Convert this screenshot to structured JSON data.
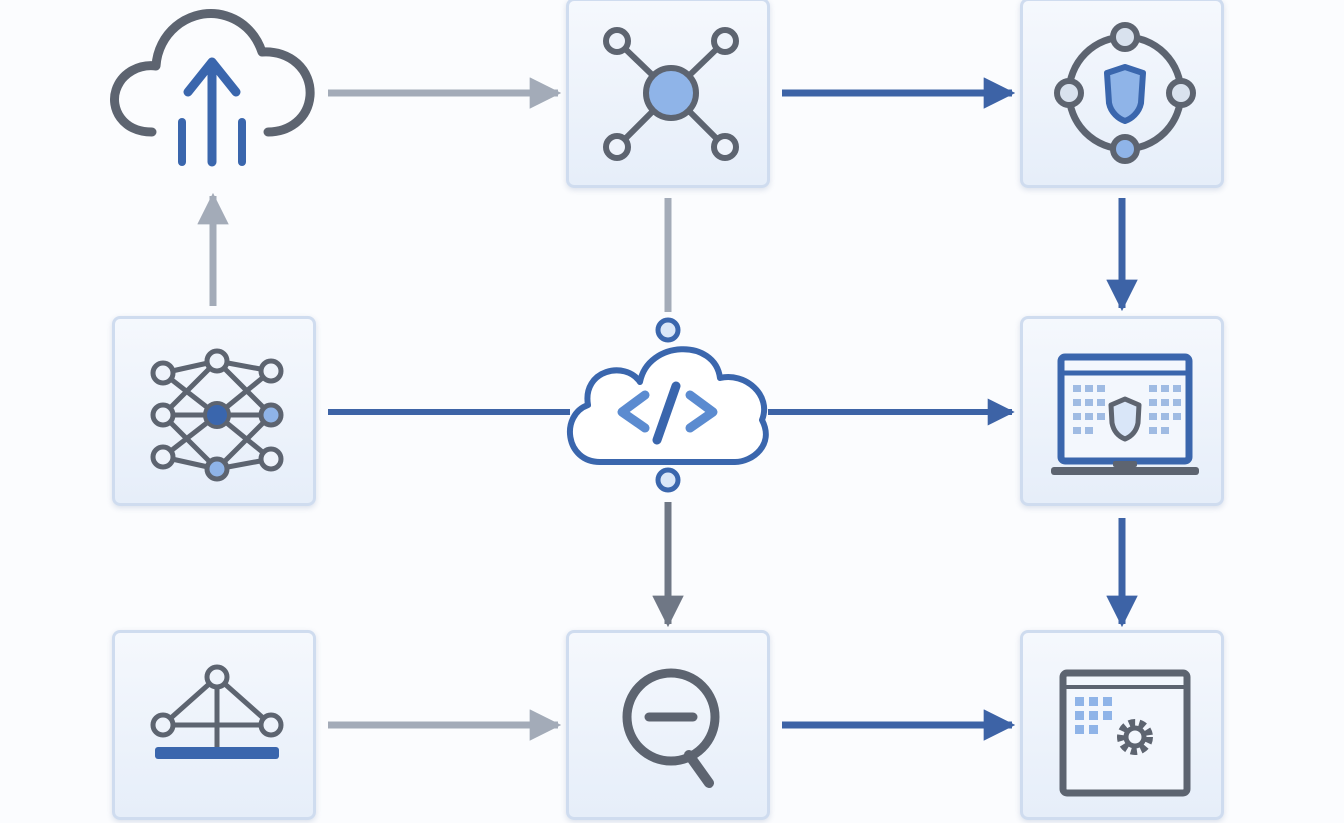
{
  "diagram": {
    "nodes": [
      {
        "id": "cloud-upload",
        "icon": "cloud-upload-icon"
      },
      {
        "id": "network-hub",
        "icon": "network-hub-icon"
      },
      {
        "id": "shield-network",
        "icon": "shield-network-icon"
      },
      {
        "id": "neural-network",
        "icon": "neural-network-icon"
      },
      {
        "id": "cloud-integration",
        "icon": "cloud-integration-icon"
      },
      {
        "id": "laptop-security",
        "icon": "laptop-security-icon"
      },
      {
        "id": "tree-network",
        "icon": "tree-network-icon"
      },
      {
        "id": "search-minus",
        "icon": "search-minus-icon"
      },
      {
        "id": "dashboard-settings",
        "icon": "dashboard-settings-icon"
      }
    ],
    "connections": [
      {
        "from": "cloud-upload",
        "to": "network-hub",
        "style": "gray-arrow"
      },
      {
        "from": "network-hub",
        "to": "shield-network",
        "style": "blue-arrow"
      },
      {
        "from": "neural-network",
        "to": "cloud-upload",
        "style": "gray-arrow"
      },
      {
        "from": "network-hub",
        "to": "cloud-integration",
        "style": "gray-line"
      },
      {
        "from": "neural-network",
        "to": "cloud-integration",
        "style": "blue-line"
      },
      {
        "from": "cloud-integration",
        "to": "laptop-security",
        "style": "blue-arrow"
      },
      {
        "from": "shield-network",
        "to": "laptop-security",
        "style": "blue-arrow"
      },
      {
        "from": "cloud-integration",
        "to": "search-minus",
        "style": "gray-arrow"
      },
      {
        "from": "laptop-security",
        "to": "dashboard-settings",
        "style": "blue-arrow"
      },
      {
        "from": "tree-network",
        "to": "search-minus",
        "style": "gray-arrow"
      },
      {
        "from": "search-minus",
        "to": "dashboard-settings",
        "style": "blue-arrow"
      }
    ]
  },
  "colors": {
    "background": "#fbfcfe",
    "box_border": "#cfdcef",
    "icon_gray": "#5d6470",
    "icon_blue": "#3a66ad",
    "fill_light_blue": "#8fb4e8",
    "arrow_gray": "#a3abb8",
    "arrow_dark_gray": "#6f7785",
    "arrow_blue": "#3d63a6"
  }
}
